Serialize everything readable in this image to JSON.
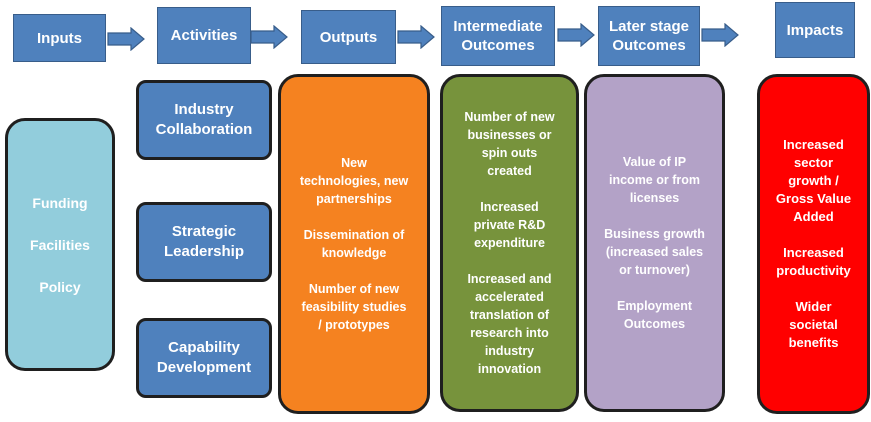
{
  "headers": {
    "inputs": "Inputs",
    "activities": "Activities",
    "outputs": "Outputs",
    "intermediate": [
      "Intermediate",
      "Outcomes"
    ],
    "later": [
      "Later stage",
      "Outcomes"
    ],
    "impacts": "Impacts"
  },
  "inputs": [
    "Funding",
    "Facilities",
    "Policy"
  ],
  "activities": [
    [
      "Industry",
      "Collaboration"
    ],
    [
      "Strategic",
      "Leadership"
    ],
    [
      "Capability",
      "Development"
    ]
  ],
  "outputs": [
    [
      "New",
      "technologies, new",
      "partnerships"
    ],
    [
      "Dissemination of",
      "knowledge"
    ],
    [
      "Number of new",
      "feasibility studies",
      "/ prototypes"
    ]
  ],
  "intermediate_outcomes": [
    [
      "Number of new",
      "businesses or",
      "spin outs",
      "created"
    ],
    [
      "Increased",
      "private R&D",
      "expenditure"
    ],
    [
      "Increased and",
      "accelerated",
      "translation of",
      "research into",
      "industry",
      "innovation"
    ]
  ],
  "later_outcomes": [
    [
      "Value of IP",
      "income or from",
      "licenses"
    ],
    [
      "Business growth",
      "(increased sales",
      "or turnover)"
    ],
    [
      "Employment",
      "Outcomes"
    ]
  ],
  "impacts": [
    [
      "Increased",
      "sector",
      "growth /",
      "Gross Value",
      "Added"
    ],
    [
      "Increased",
      "productivity"
    ],
    [
      "Wider",
      "societal",
      "benefits"
    ]
  ],
  "colors": {
    "header_blue": "#4f81bd",
    "inputs_box": "#92cddc",
    "outputs_box": "#f58220",
    "intermediate_box": "#77933c",
    "later_box": "#b3a2c7",
    "impacts_box": "#ff0000"
  }
}
